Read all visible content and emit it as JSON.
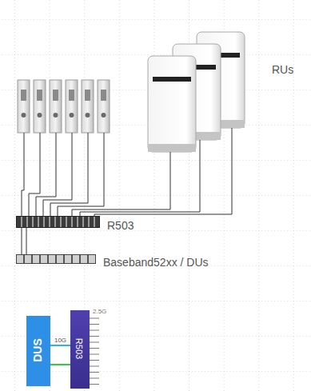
{
  "diagram": {
    "nodes": [
      {
        "text": [
          "R503"
        ]
      },
      {
        "text": [
          "Baseband52xx / DUs"
        ]
      },
      {
        "text": [
          "DUS"
        ]
      },
      {
        "text": [
          "R503"
        ]
      }
    ],
    "edges": [
      {
        "from": 0,
        "to": 1,
        "arrow": "none"
      },
      {
        "from": 0,
        "to": 1,
        "arrow": "none"
      },
      {
        "from": 2,
        "to": 3,
        "label": "10G",
        "arrow": "none"
      },
      {
        "from": 2,
        "to": 3,
        "arrow": "none"
      }
    ],
    "labels": [
      "RUs",
      "2.5G"
    ]
  }
}
